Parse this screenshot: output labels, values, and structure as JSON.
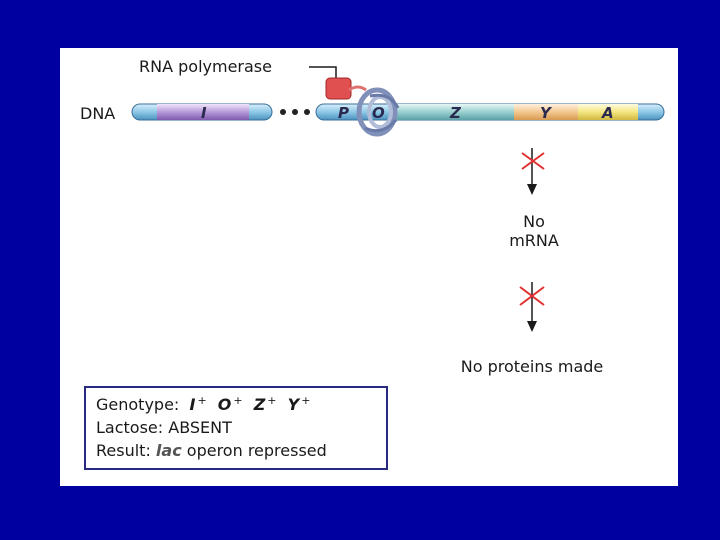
{
  "labels": {
    "rna_polymerase": "RNA polymerase",
    "dna": "DNA",
    "no_mrna_line1": "No",
    "no_mrna_line2": "mRNA",
    "no_proteins": "No proteins made"
  },
  "genes": {
    "i": "I",
    "p": "P",
    "o": "O",
    "z": "Z",
    "y": "Y",
    "a": "A"
  },
  "info": {
    "genotype_label": "Genotype:",
    "genotype_items": [
      {
        "gene": "I",
        "sign": "+"
      },
      {
        "gene": "O",
        "sign": "+"
      },
      {
        "gene": "Z",
        "sign": "+"
      },
      {
        "gene": "Y",
        "sign": "+"
      }
    ],
    "lactose_label": "Lactose:",
    "lactose_value": "ABSENT",
    "result_label": "Result:",
    "result_lac": "lac",
    "result_text": "operon repressed"
  },
  "colors": {
    "background": "#0000a0",
    "dna_blue": "#8ec8e6",
    "i_gene": "#b69ad8",
    "z_gene": "#9ad0d0",
    "y_gene": "#f2c890",
    "a_gene": "#f4e680",
    "polymerase": "#e05050",
    "repressor": "#9aa8c8",
    "block_x": "#e03030"
  }
}
